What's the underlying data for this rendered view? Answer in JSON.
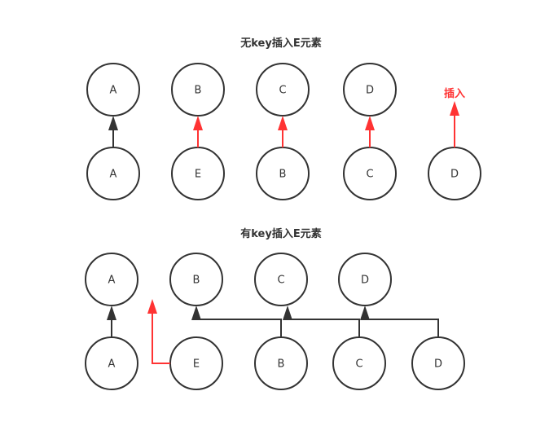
{
  "diagram_top": {
    "title": "无key插入E元素",
    "old_nodes": [
      "A",
      "B",
      "C",
      "D"
    ],
    "new_nodes": [
      "A",
      "E",
      "B",
      "C",
      "D"
    ],
    "insert_label": "插入"
  },
  "diagram_bottom": {
    "title": "有key插入E元素",
    "old_nodes": [
      "A",
      "B",
      "C",
      "D"
    ],
    "new_nodes": [
      "A",
      "E",
      "B",
      "C",
      "D"
    ]
  },
  "colors": {
    "node_stroke": "#333333",
    "edge_unchanged": "#333333",
    "edge_changed": "#ff3333",
    "insert_text": "#ff3333",
    "background": "#ffffff"
  }
}
